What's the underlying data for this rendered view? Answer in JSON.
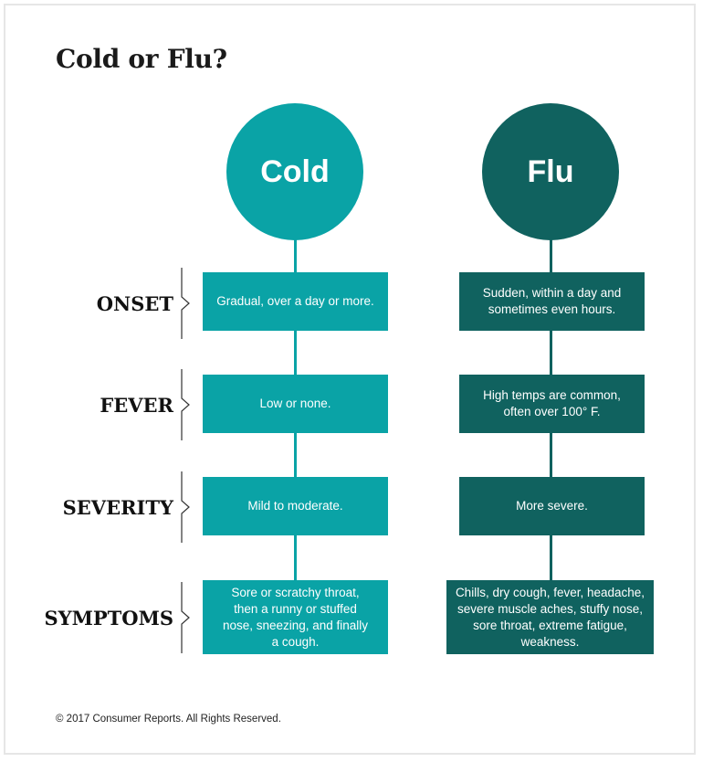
{
  "title": "Cold or Flu?",
  "columns": [
    {
      "label": "Cold",
      "color": "#0aa3a6"
    },
    {
      "label": "Flu",
      "color": "#10625f"
    }
  ],
  "rows": [
    {
      "label": "ONSET",
      "cold": "Gradual, over a day or more.",
      "flu": "Sudden, within a day and sometimes even hours."
    },
    {
      "label": "FEVER",
      "cold": "Low or none.",
      "flu": "High temps are common, often over 100° F."
    },
    {
      "label": "SEVERITY",
      "cold": "Mild to moderate.",
      "flu": "More severe."
    },
    {
      "label": "SYMPTOMS",
      "cold": "Sore or scratchy throat, then a runny or stuffed nose, sneezing, and finally a cough.",
      "flu": "Chills, dry cough, fever, headache, severe muscle aches, stuffy nose, sore throat, extreme fatigue, weakness."
    }
  ],
  "footer": "© 2017 Consumer Reports. All Rights Reserved."
}
